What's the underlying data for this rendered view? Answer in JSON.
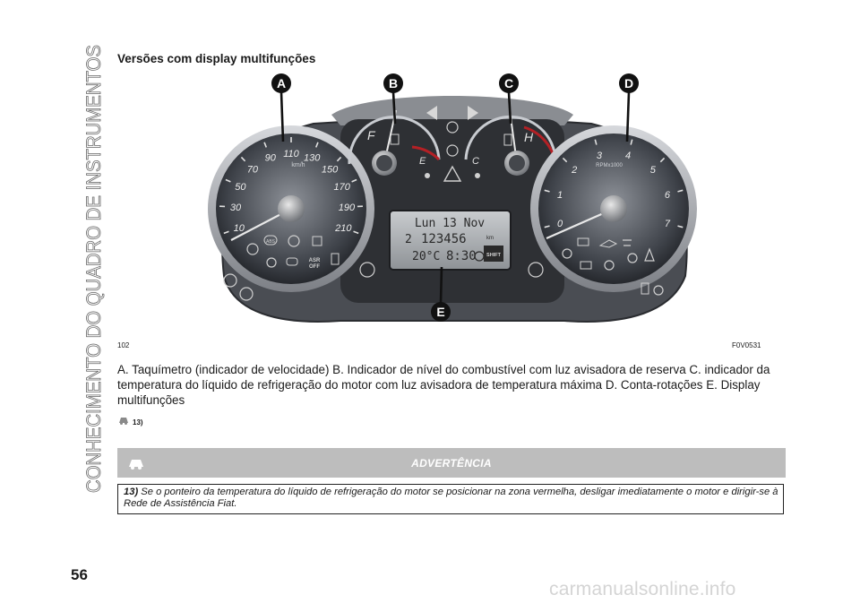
{
  "sidebar": {
    "chapter_title": "CONHECIMENTO DO QUADRO DE INSTRUMENTOS"
  },
  "header": {
    "section_title": "Versões com display multifunções"
  },
  "figure": {
    "labels": [
      "A",
      "B",
      "C",
      "D",
      "E"
    ],
    "number": "102",
    "code": "F0V0531",
    "speedo": {
      "ticks": [
        "10",
        "30",
        "50",
        "70",
        "90",
        "110",
        "130",
        "150",
        "170",
        "190",
        "210"
      ],
      "unit": "km/h"
    },
    "fuel": {
      "full": "F",
      "empty": "E"
    },
    "temp": {
      "cold": "C",
      "hot": "H"
    },
    "tacho": {
      "ticks": [
        "0",
        "1",
        "2",
        "3",
        "4",
        "5",
        "6",
        "7"
      ],
      "unit": "RPMx1000"
    },
    "display": {
      "date": "Lun 13 Nov",
      "odometer": "123456",
      "odometer_unit": "km",
      "trip_prefix": "2",
      "temperature": "20°C",
      "time": "8:30",
      "shift": "SHIFT"
    },
    "icons": {
      "asr_top": "ASR",
      "asr_bottom": "OFF",
      "abs": "ABS"
    }
  },
  "caption": {
    "text": "A. Taquímetro (indicador de velocidade) B. Indicador de nível do combustível com luz avisadora de reserva C. indicador da temperatura do líquido de refrigeração do motor com luz avisadora de temperatura máxima D. Conta-rotações E. Display multifunções",
    "reference": "13)"
  },
  "warning": {
    "title": "ADVERTÊNCIA",
    "ref": "13)",
    "text": "Se o ponteiro da temperatura do líquido de refrigeração do motor se posicionar na zona vermelha, desligar imediatamente o motor e dirigir-se à Rede de Assistência Fiat."
  },
  "footer": {
    "page_number": "56",
    "watermark": "carmanualsonline.info"
  }
}
